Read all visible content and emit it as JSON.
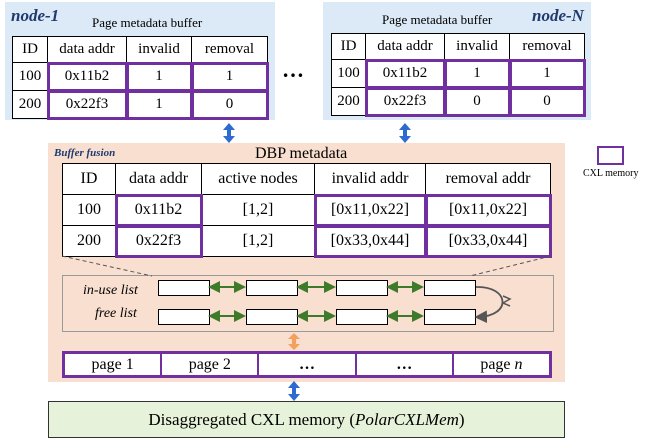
{
  "nodes": [
    {
      "title": "node-1",
      "buffer_label": "Page metadata buffer",
      "headers": [
        "ID",
        "data addr",
        "invalid",
        "removal"
      ],
      "rows": [
        [
          "100",
          "0x11b2",
          "1",
          "1"
        ],
        [
          "200",
          "0x22f3",
          "1",
          "0"
        ]
      ]
    },
    {
      "title": "node-N",
      "buffer_label": "Page metadata buffer",
      "headers": [
        "ID",
        "data addr",
        "invalid",
        "removal"
      ],
      "rows": [
        [
          "100",
          "0x11b2",
          "1",
          "1"
        ],
        [
          "200",
          "0x22f3",
          "0",
          "0"
        ]
      ]
    }
  ],
  "node_ellipsis": "…",
  "buffer_fusion": {
    "label": "Buffer fusion",
    "dbp_label": "DBP metadata",
    "headers": [
      "ID",
      "data addr",
      "active nodes",
      "invalid addr",
      "removal addr"
    ],
    "rows": [
      [
        "100",
        "0x11b2",
        "[1,2]",
        "[0x11,0x22]",
        "[0x11,0x22]"
      ],
      [
        "200",
        "0x22f3",
        "[1,2]",
        "[0x33,0x44]",
        "[0x33,0x44]"
      ]
    ],
    "lists": {
      "in_use": "in-use list",
      "free": "free list"
    },
    "pages": [
      "page 1",
      "page 2",
      "…",
      "…",
      "page n"
    ]
  },
  "legend": {
    "label": "CXL memory",
    "color": "#7030a0"
  },
  "cxl_memory": {
    "prefix": "Disaggregated CXL memory (",
    "name": "PolarCXLMem",
    "suffix": ")"
  },
  "colors": {
    "node_panel": "#dce9f7",
    "fusion_panel": "#f8dfd0",
    "cxl_box": "#e6f2d9",
    "purple": "#7030a0",
    "arrow_blue": "#2e6bd1",
    "arrow_orange": "#f4a15d",
    "link_green": "#3d7a2a"
  }
}
